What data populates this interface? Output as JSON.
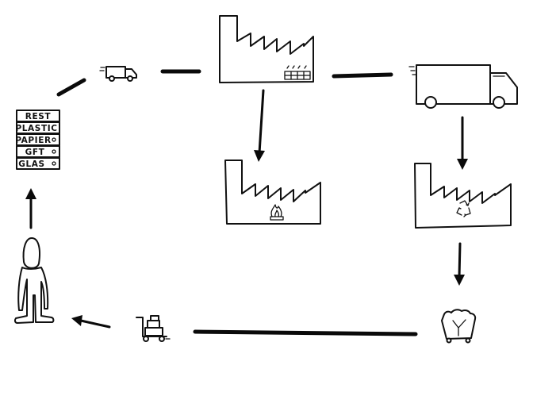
{
  "waste_bins": {
    "labels": [
      "REST",
      "PLASTIC",
      "PAPIER",
      "GFT",
      "GLAS"
    ]
  },
  "icons": {
    "person": "person-icon",
    "sorted_bins": "sorted-waste-bins-icon",
    "small_truck": "small-delivery-truck-icon",
    "sorting_factory": "sorting-factory-icon",
    "big_truck": "large-truck-icon",
    "incineration_factory": "incineration-factory-icon",
    "recycling_factory": "recycling-factory-icon",
    "raw_material_cart": "raw-material-cart-icon",
    "delivery_cart": "hand-truck-icon"
  },
  "colors": {
    "ink": "#111111",
    "background": "#ffffff"
  }
}
